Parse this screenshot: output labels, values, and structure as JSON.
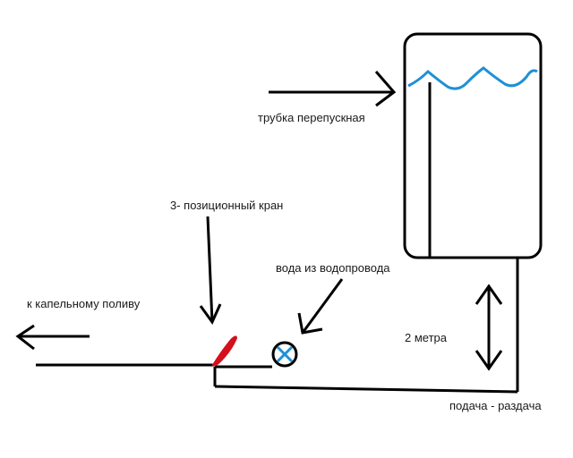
{
  "labels": {
    "bypass_tube": "трубка перепускная",
    "three_way_valve": "3- позиционный кран",
    "water_supply": "вода из водопровода",
    "drip_irrigation": "к капельному поливу",
    "height": "2 метра",
    "supply_distribution": "подача - раздача"
  },
  "colors": {
    "line": "#000000",
    "water": "#1e90d6",
    "valve": "#d4101c",
    "tap_cross": "#1e90d6"
  }
}
